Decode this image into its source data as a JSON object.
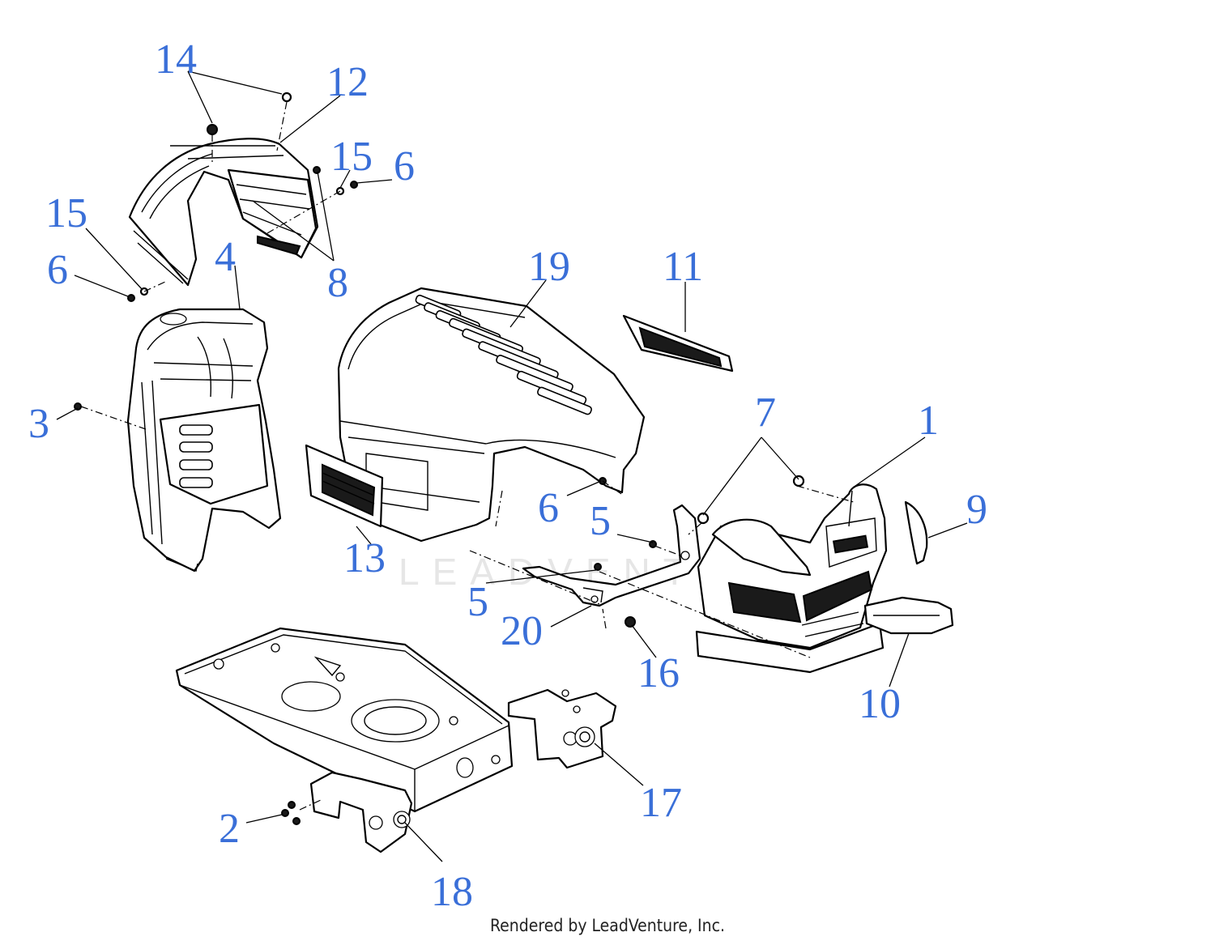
{
  "diagram": {
    "callouts": [
      {
        "id": "c1",
        "label": "1"
      },
      {
        "id": "c2",
        "label": "2"
      },
      {
        "id": "c3",
        "label": "3"
      },
      {
        "id": "c4",
        "label": "4"
      },
      {
        "id": "c5a",
        "label": "5"
      },
      {
        "id": "c5b",
        "label": "5"
      },
      {
        "id": "c6a",
        "label": "6"
      },
      {
        "id": "c6b",
        "label": "6"
      },
      {
        "id": "c6c",
        "label": "6"
      },
      {
        "id": "c7",
        "label": "7"
      },
      {
        "id": "c8",
        "label": "8"
      },
      {
        "id": "c9",
        "label": "9"
      },
      {
        "id": "c10",
        "label": "10"
      },
      {
        "id": "c11",
        "label": "11"
      },
      {
        "id": "c12",
        "label": "12"
      },
      {
        "id": "c13",
        "label": "13"
      },
      {
        "id": "c14",
        "label": "14"
      },
      {
        "id": "c15a",
        "label": "15"
      },
      {
        "id": "c15b",
        "label": "15"
      },
      {
        "id": "c16",
        "label": "16"
      },
      {
        "id": "c17",
        "label": "17"
      },
      {
        "id": "c18",
        "label": "18"
      },
      {
        "id": "c19",
        "label": "19"
      },
      {
        "id": "c20",
        "label": "20"
      }
    ],
    "watermark": "LEADVENTURE",
    "footer": "Rendered by LeadVenture, Inc."
  },
  "colors": {
    "callout": "#3a6fd8",
    "line": "#000000",
    "background": "#ffffff"
  }
}
